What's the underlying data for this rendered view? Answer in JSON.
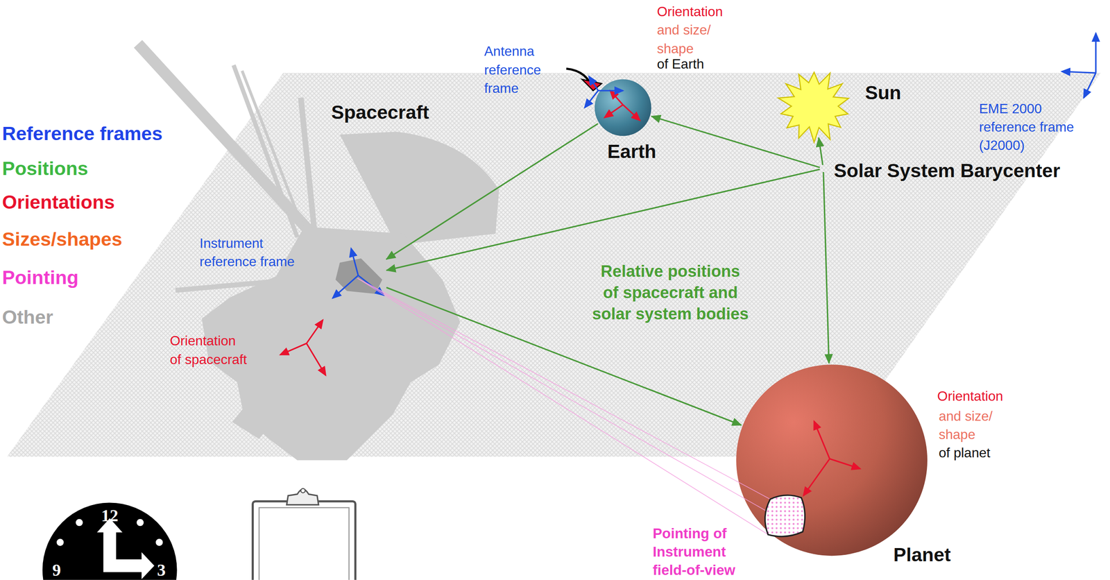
{
  "diagram": {
    "nodes": [
      {
        "text": [
          "Spacecraft"
        ]
      },
      {
        "text": [
          "Earth"
        ]
      },
      {
        "text": [
          "Sun"
        ]
      },
      {
        "text": [
          "Solar System Barycenter"
        ]
      },
      {
        "text": [
          "Planet"
        ]
      }
    ],
    "edges": [
      {
        "from": 1,
        "to": 0,
        "arrow": "to"
      },
      {
        "from": 3,
        "to": 1,
        "arrow": "to"
      },
      {
        "from": 3,
        "to": 2,
        "arrow": "to"
      },
      {
        "from": 3,
        "to": 0,
        "arrow": "to"
      },
      {
        "from": 3,
        "to": 4,
        "arrow": "to"
      },
      {
        "from": 0,
        "to": 4,
        "arrow": "to"
      }
    ],
    "labels": [
      "Reference frames",
      "Positions",
      "Orientations",
      "Sizes/shapes",
      "Pointing",
      "Other",
      "Antenna reference frame",
      "Orientation",
      "and size/ shape",
      "of Earth",
      "EME 2000 reference frame (J2000)",
      "Instrument reference frame",
      "Relative positions of spacecraft and solar system bodies",
      "Orientation of spacecraft",
      "Orientation",
      "and size/ shape",
      "of planet",
      "Pointing of Instrument field-of-view",
      "12",
      "9",
      "3"
    ]
  }
}
